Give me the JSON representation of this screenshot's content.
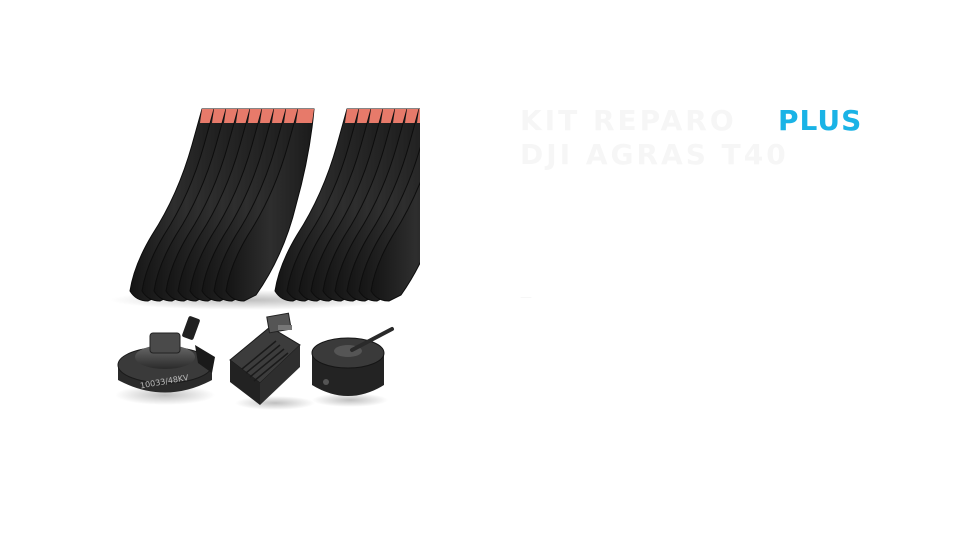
{
  "title": {
    "line1": "KIT REPARO",
    "line2": "DJI AGRAS T40",
    "accent": "PLUS",
    "accent_color": "#1ab3e6"
  },
  "footnote": "—",
  "product": {
    "motor_label": "10033/48KV",
    "blade_tip_color": "#e77a6a",
    "blade_color": "#202020",
    "component_icons": [
      "propeller-blades",
      "motor-icon",
      "esc-module-icon",
      "pump-motor-icon"
    ]
  }
}
